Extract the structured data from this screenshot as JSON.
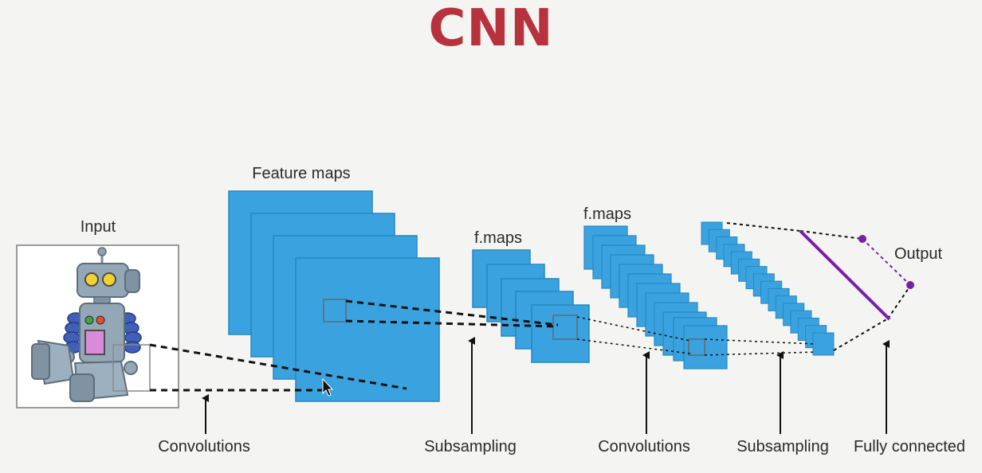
{
  "title": "CNN",
  "labels": {
    "input": "Input",
    "feature_maps": "Feature maps",
    "fmaps_1": "f.maps",
    "fmaps_2": "f.maps",
    "output": "Output",
    "stage_1": "Convolutions",
    "stage_2": "Subsampling",
    "stage_3": "Convolutions",
    "stage_4": "Subsampling",
    "stage_5": "Fully connected"
  },
  "colors": {
    "title": "#b8323d",
    "map_fill": "#3aa3df",
    "map_stroke": "#2687bf",
    "output_line": "#7a1fa8",
    "text": "#2a2a2a"
  },
  "icons": {
    "input_image": "robot-icon",
    "pointer": "mouse-cursor-icon"
  }
}
